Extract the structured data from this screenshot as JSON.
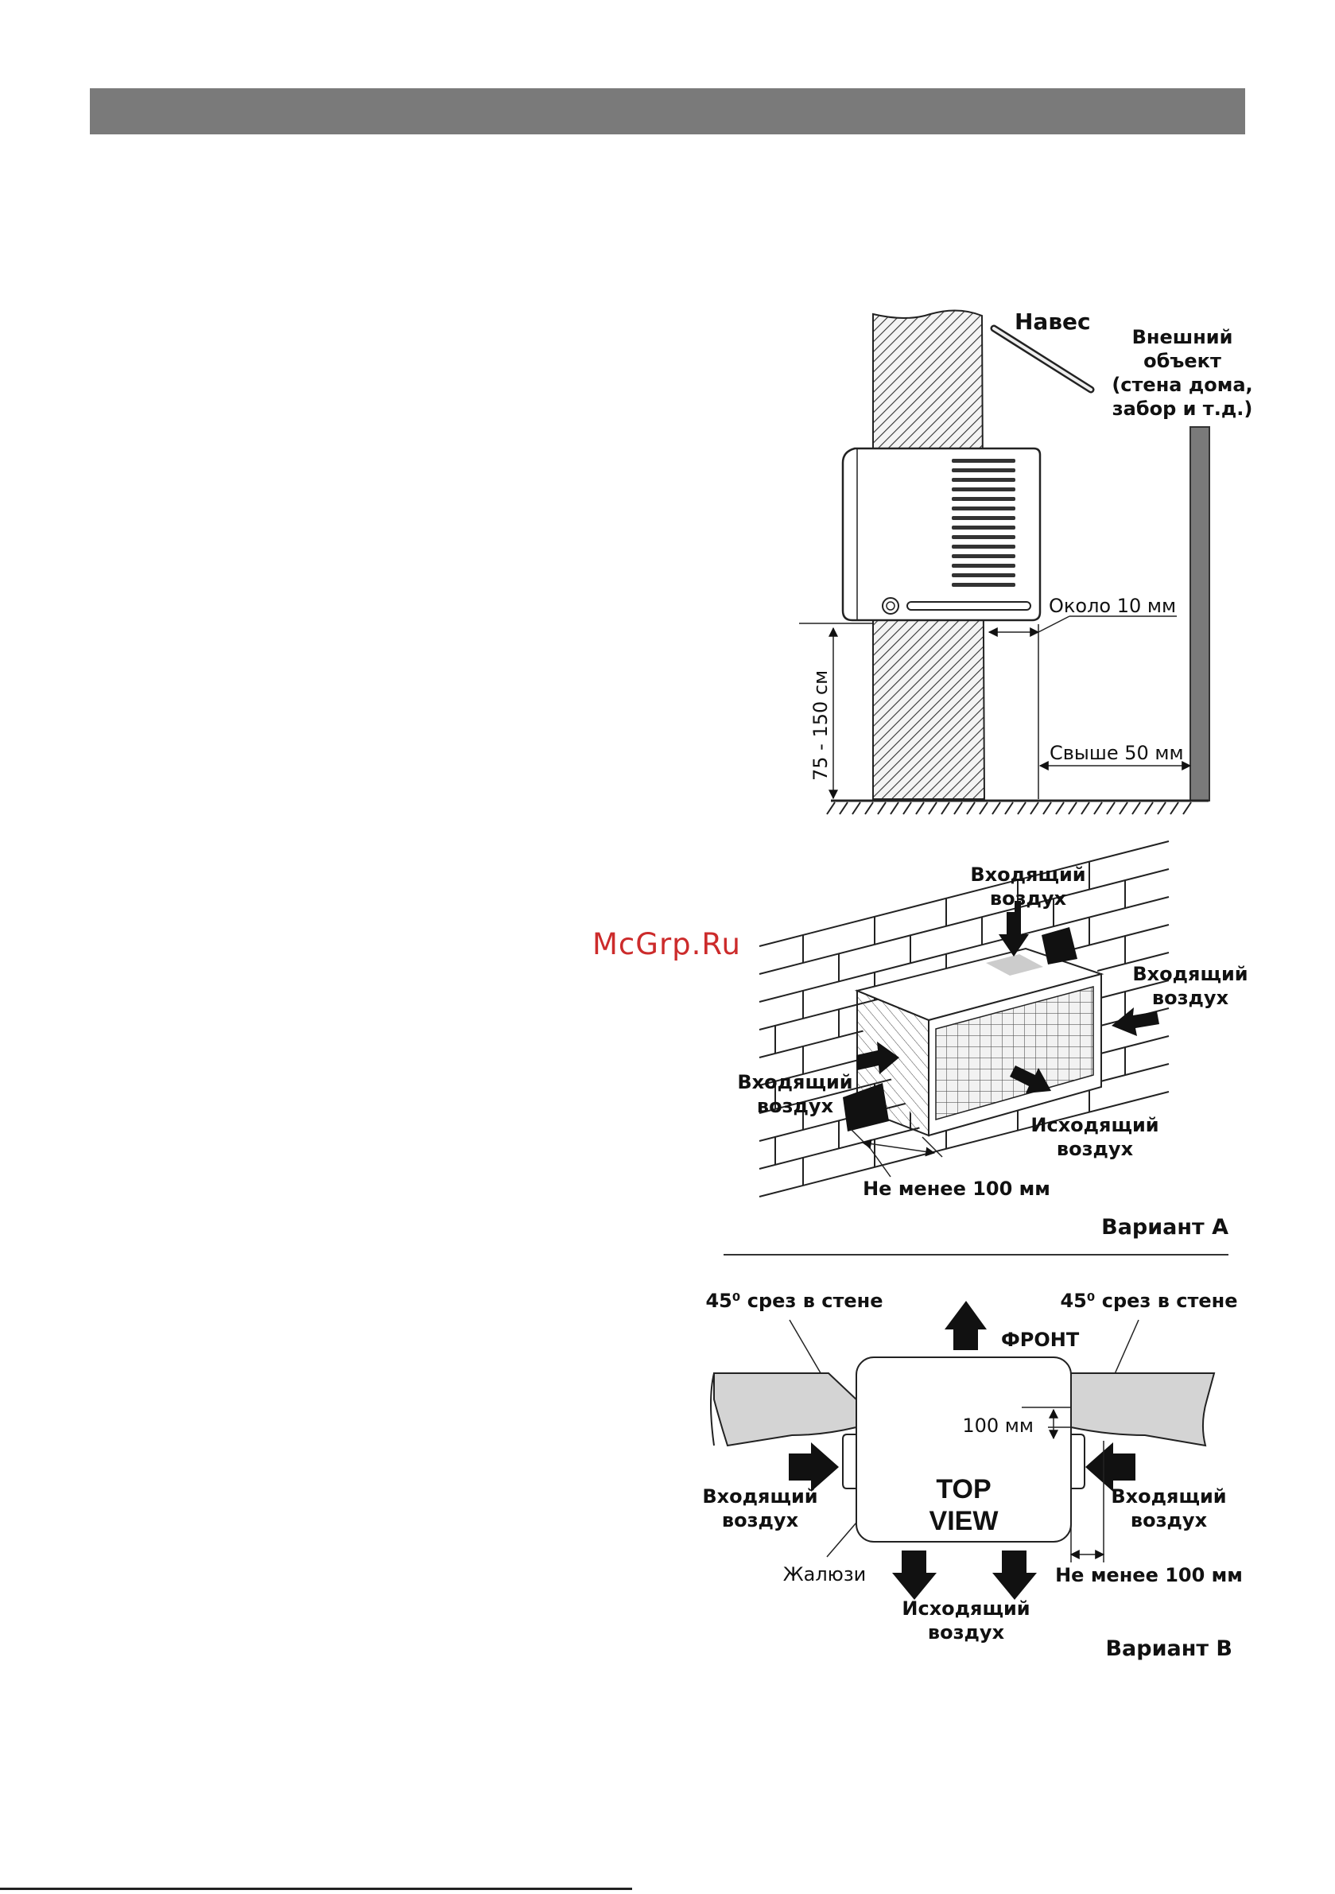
{
  "watermark": "McGrp.Ru",
  "diagram1": {
    "canopy": "Навес",
    "external_object": [
      "Внешний",
      "объект",
      "(стена дома,",
      "забор и т.д.)"
    ],
    "about_10mm": "Около 10 мм",
    "over_50mm": "Свыше 50 мм",
    "height_range": "75 - 150 см"
  },
  "diagram2": {
    "inlet_top": [
      "Входящий",
      "воздух"
    ],
    "inlet_right": [
      "Входящий",
      "воздух"
    ],
    "inlet_left": [
      "Входящий",
      "воздух"
    ],
    "outlet": [
      "Исходящий",
      "воздух"
    ],
    "min_100mm": "Не менее 100 мм",
    "variant": "Вариант А"
  },
  "diagram3": {
    "cut_left": "45⁰ срез в стене",
    "cut_right": "45⁰ срез в стене",
    "front": "ФРОНТ",
    "gap_100mm": "100 мм",
    "top_view": [
      "TOP",
      "VIEW"
    ],
    "inlet_left": [
      "Входящий",
      "воздух"
    ],
    "inlet_right": [
      "Входящий",
      "воздух"
    ],
    "louvers": "Жалюзи",
    "outlet": [
      "Исходящий",
      "воздух"
    ],
    "min_100mm": "Не менее 100 мм",
    "variant": "Вариант В"
  }
}
